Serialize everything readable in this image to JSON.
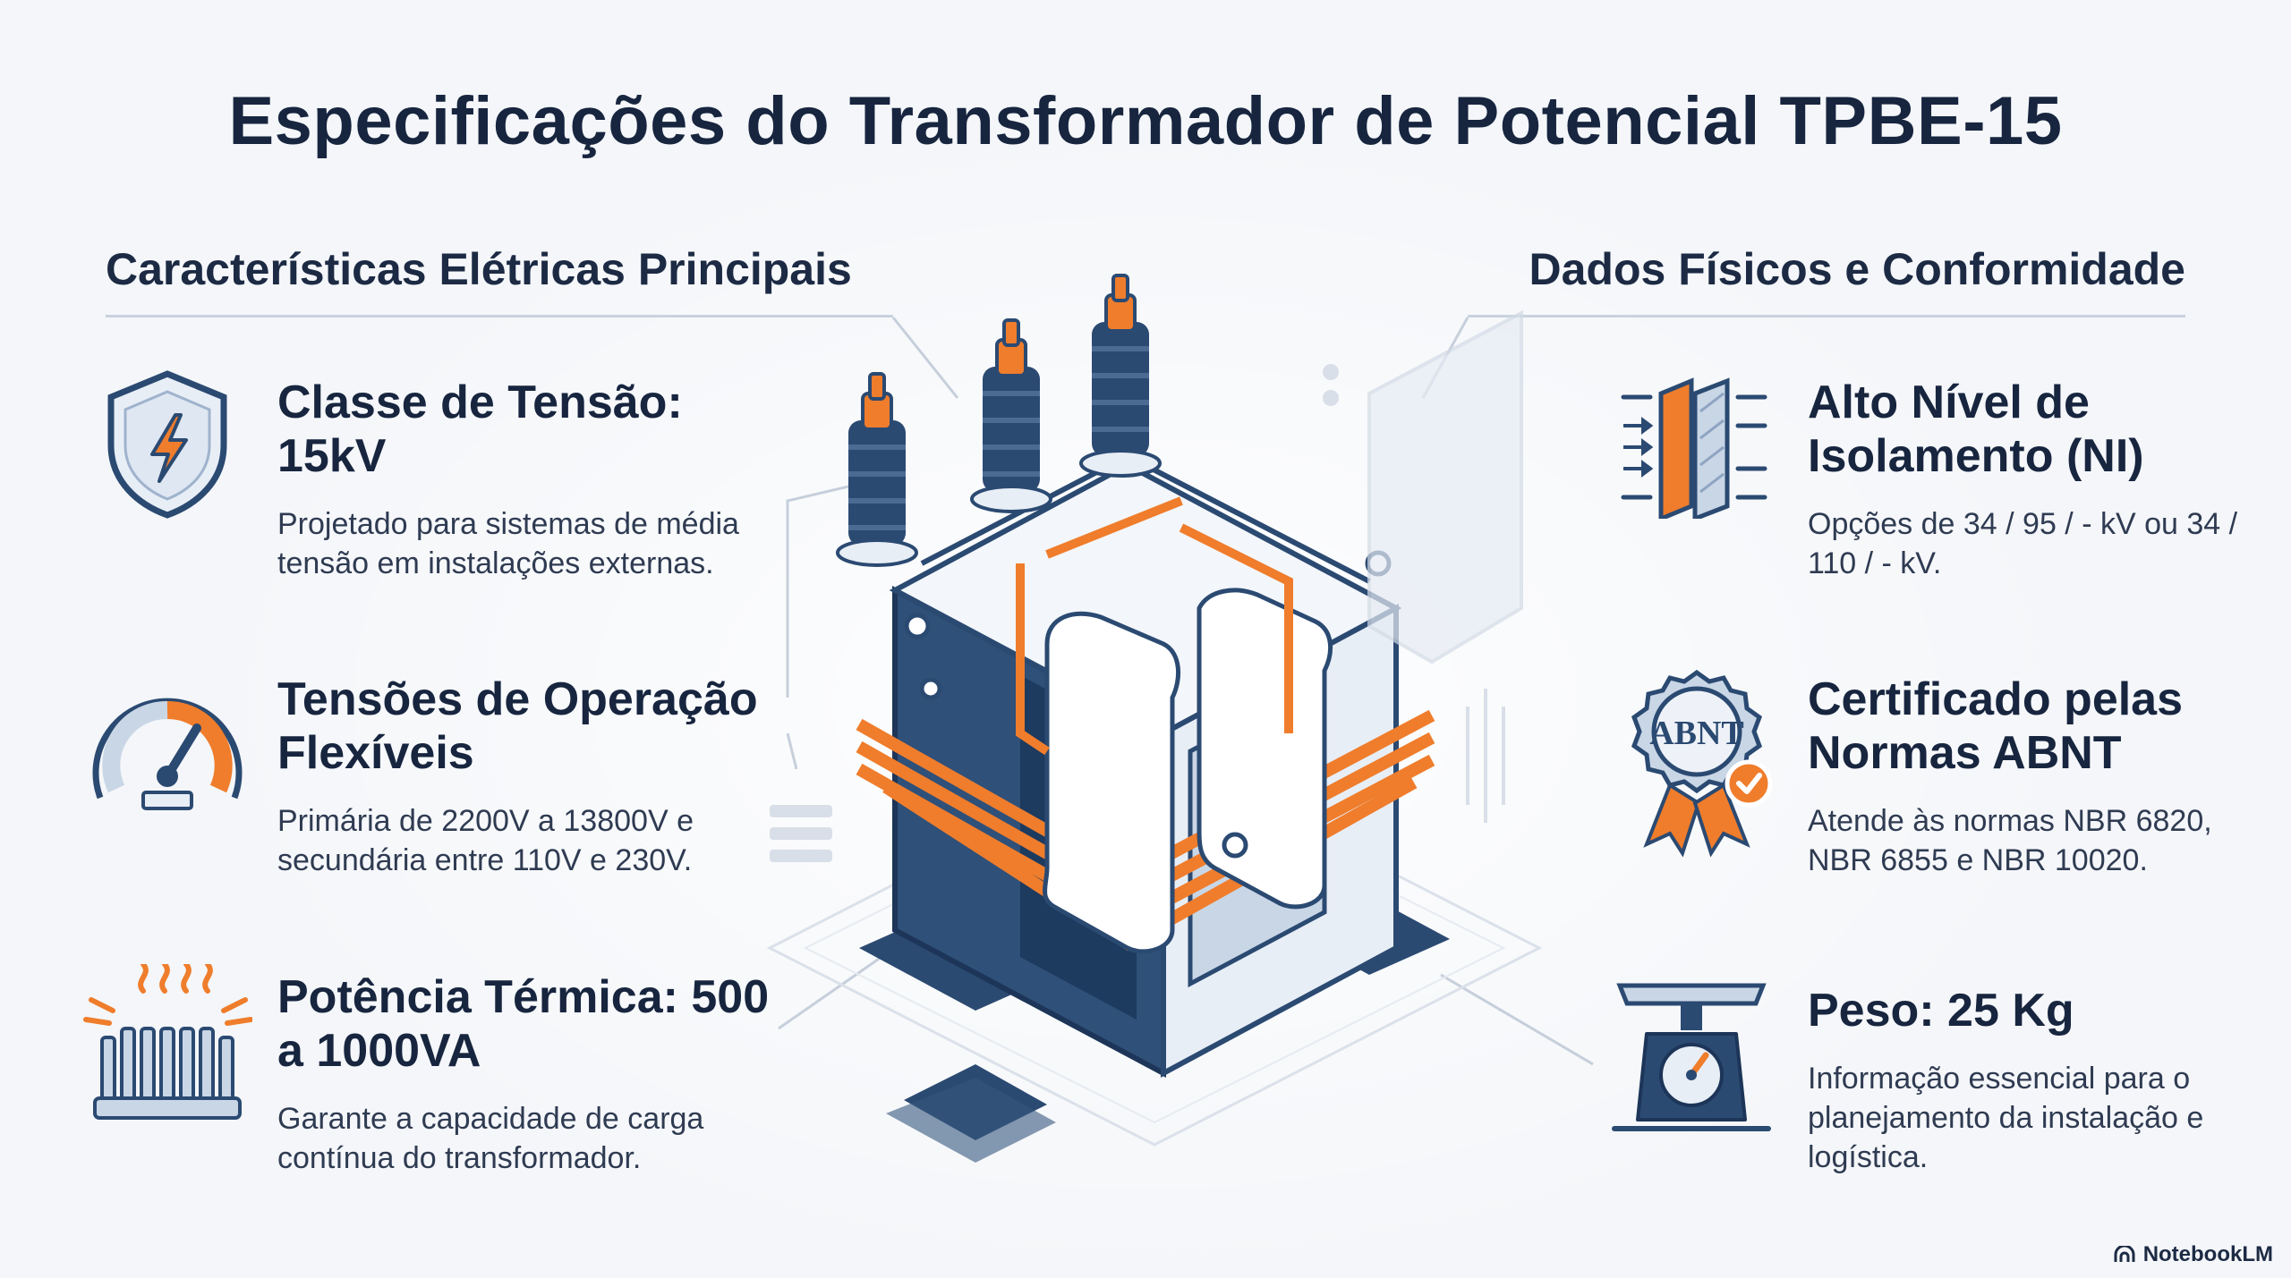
{
  "title": "Especificações do Transformador de Potencial TPBE-15",
  "left_section": {
    "title": "Características Elétricas Principais",
    "items": [
      {
        "icon": "shield-lightning-icon",
        "heading": "Classe de Tensão: 15kV",
        "text": "Projetado para sistemas de média tensão em instalações externas."
      },
      {
        "icon": "gauge-icon",
        "heading": "Tensões de Operação Flexíveis",
        "text": "Primária de 2200V a 13800V e secundária entre 110V e 230V."
      },
      {
        "icon": "heat-sink-icon",
        "heading": "Potência Térmica: 500 a 1000VA",
        "text": "Garante a capacidade de carga contínua do transformador."
      }
    ]
  },
  "right_section": {
    "title": "Dados Físicos e Conformidade",
    "items": [
      {
        "icon": "insulation-layer-icon",
        "heading": "Alto Nível de Isolamento (NI)",
        "text": "Opções de 34 / 95 / - kV ou 34 / 110 / - kV."
      },
      {
        "icon": "abnt-certificate-badge-icon",
        "badge_text": "ABNT",
        "heading": "Certificado pelas Normas ABNT",
        "text": "Atende às normas NBR 6820, NBR 6855 e NBR 10020."
      },
      {
        "icon": "weighing-scale-icon",
        "heading": "Peso: 25 Kg",
        "text": "Informação essencial para o planejamento da instalação e logística."
      }
    ]
  },
  "center_illustration": {
    "icon": "transformer-illustration"
  },
  "brand": {
    "icon": "notebooklm-logo-icon",
    "label": "NotebookLM"
  },
  "colors": {
    "navy": "#2b4a72",
    "orange": "#ef7d2c",
    "text": "#17253f",
    "background": "#f4f6f9"
  }
}
